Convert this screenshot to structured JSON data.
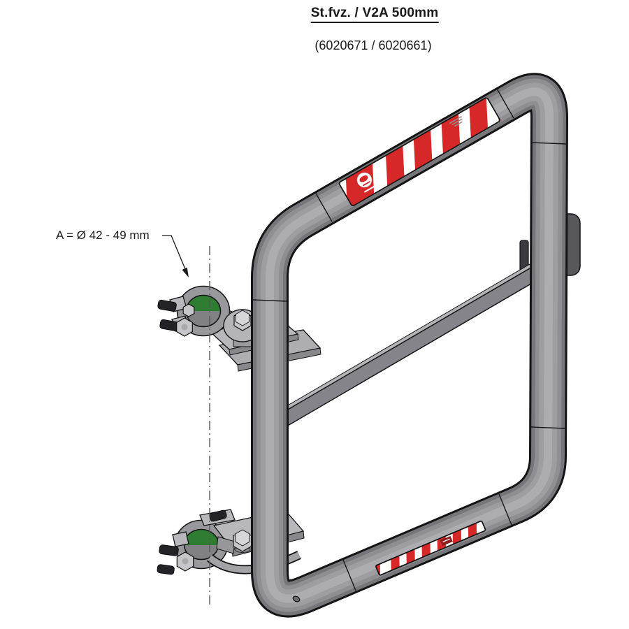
{
  "header": {
    "title": "St.fvz. / V2A 500mm",
    "product_codes": "(6020671 / 6020661)"
  },
  "annotation": {
    "clamp_diameter_label": "A = Ø 42 - 49 mm"
  },
  "colors": {
    "warning_red": "#d62828",
    "stripe_white": "#ffffff",
    "tube_gray": "#8f8f94",
    "clamp_insert_green": "#2e7d32",
    "plate_gray": "#b6b6ba",
    "outline_black": "#141414"
  }
}
